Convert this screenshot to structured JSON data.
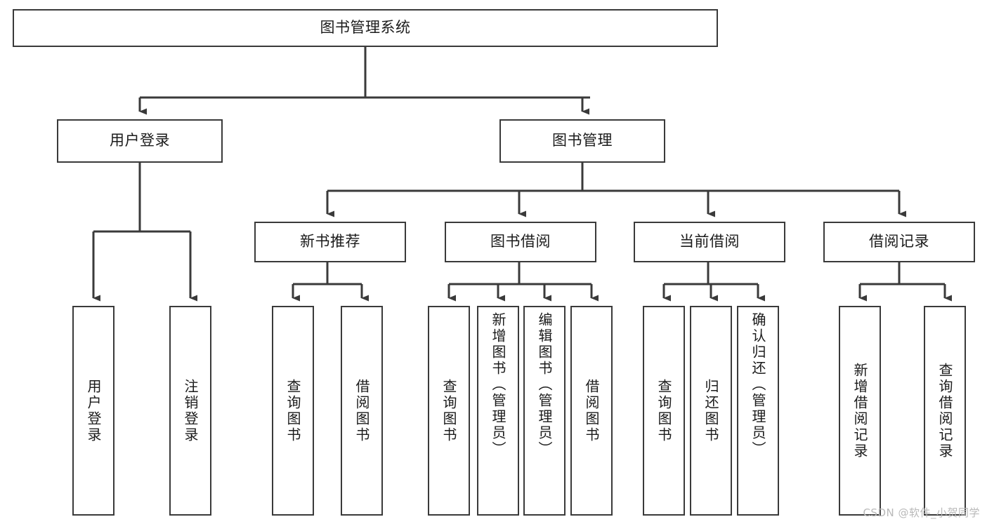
{
  "diagram": {
    "title": "图书管理系统",
    "type": "hierarchy-tree",
    "watermark": "CSDN @软件_小贺同学",
    "colors": {
      "box_border": "#3a3a3a",
      "box_fill": "#ffffff",
      "edge": "#3a3a3a",
      "text": "#1b1b1b",
      "watermark": "#b9b9b9"
    },
    "nodes": {
      "root": {
        "label": "图书管理系统",
        "level": 0
      },
      "user_login": {
        "label": "用户登录",
        "level": 1
      },
      "book_mgmt": {
        "label": "图书管理",
        "level": 1
      },
      "new_book_rec": {
        "label": "新书推荐",
        "level": 2
      },
      "book_borrow": {
        "label": "图书借阅",
        "level": 2
      },
      "current_borrow": {
        "label": "当前借阅",
        "level": 2
      },
      "borrow_record": {
        "label": "借阅记录",
        "level": 2
      },
      "leaf_user_login": {
        "label": "用户登录",
        "level": 3,
        "parent": "用户登录"
      },
      "leaf_logout": {
        "label": "注销登录",
        "level": 3,
        "parent": "用户登录"
      },
      "leaf_query_book_a": {
        "label": "查询图书",
        "level": 3,
        "parent": "新书推荐"
      },
      "leaf_borrow_book_a": {
        "label": "借阅图书",
        "level": 3,
        "parent": "新书推荐"
      },
      "leaf_query_book_b": {
        "label": "查询图书",
        "level": 3,
        "parent": "图书借阅"
      },
      "leaf_add_book": {
        "label": "新增图书（管理员）",
        "level": 3,
        "parent": "图书借阅"
      },
      "leaf_edit_book": {
        "label": "编辑图书（管理员）",
        "level": 3,
        "parent": "图书借阅"
      },
      "leaf_borrow_book_b": {
        "label": "借阅图书",
        "level": 3,
        "parent": "图书借阅"
      },
      "leaf_query_book_c": {
        "label": "查询图书",
        "level": 3,
        "parent": "当前借阅"
      },
      "leaf_return_book": {
        "label": "归还图书",
        "level": 3,
        "parent": "当前借阅"
      },
      "leaf_confirm_return": {
        "label": "确认归还（管理员）",
        "level": 3,
        "parent": "当前借阅"
      },
      "leaf_add_record": {
        "label": "新增借阅记录",
        "level": 3,
        "parent": "借阅记录"
      },
      "leaf_query_record": {
        "label": "查询借阅记录",
        "level": 3,
        "parent": "借阅记录"
      }
    }
  }
}
